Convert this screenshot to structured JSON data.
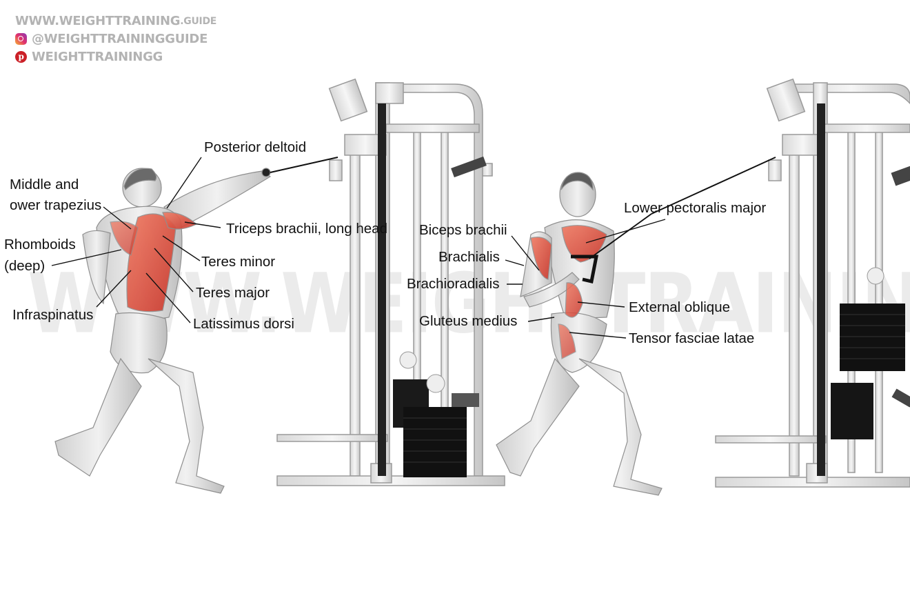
{
  "branding": {
    "website": "WWW.WEIGHTTRAINING",
    "website_suffix": ".GUIDE",
    "instagram": "@WEIGHTTRAININGGUIDE",
    "pinterest": "WEIGHTTRAININGG",
    "instagram_icon": "instagram-icon",
    "pinterest_icon": "pinterest-icon",
    "watermark": "WWW.WEIGHTTRAINING.GUIDE"
  },
  "colors": {
    "muscle_highlight": "#e0473a",
    "label_text": "#111111",
    "brand_text": "#b3b3b3"
  },
  "labels": {
    "posterior_deltoid": "Posterior deltoid",
    "middle_trap_line1": "Middle and",
    "middle_trap_line2": "ower trapezius",
    "rhomboids_line1": "Rhomboids",
    "rhomboids_line2": "(deep)",
    "infraspinatus": "Infraspinatus",
    "triceps": "Triceps brachii, long head",
    "teres_minor": "Teres minor",
    "teres_major": "Teres major",
    "latissimus": "Latissimus dorsi",
    "lower_pec": "Lower pectoralis major",
    "biceps": "Biceps brachii",
    "brachialis": "Brachialis",
    "brachioradialis": "Brachioradialis",
    "gluteus_medius": "Gluteus medius",
    "external_oblique": "External oblique",
    "tensor": "Tensor fasciae latae"
  }
}
